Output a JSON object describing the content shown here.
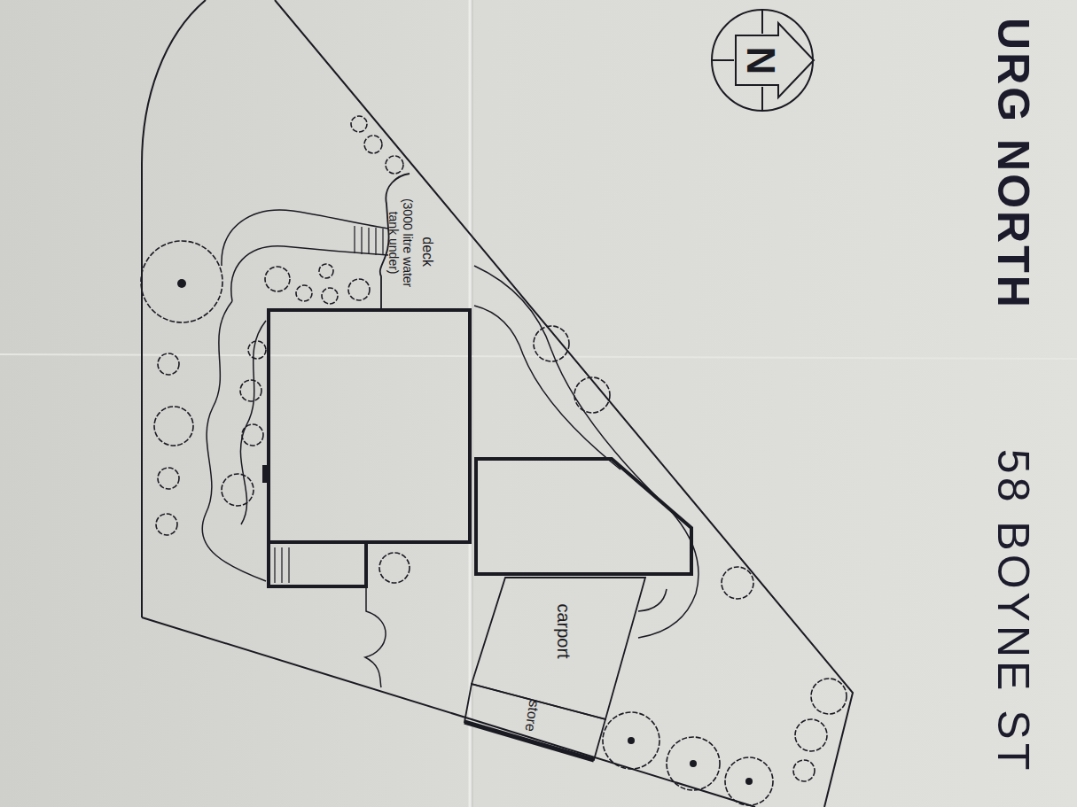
{
  "diagram": {
    "nodes": [
      {
        "text": [
          "deck",
          "(3000 litre water tank under)"
        ]
      },
      {
        "text": [
          "carport"
        ]
      },
      {
        "text": [
          "store"
        ]
      },
      {
        "text": [
          "N"
        ]
      }
    ],
    "labels": [
      "URG NORTH",
      "58 BOYNE ST"
    ]
  }
}
